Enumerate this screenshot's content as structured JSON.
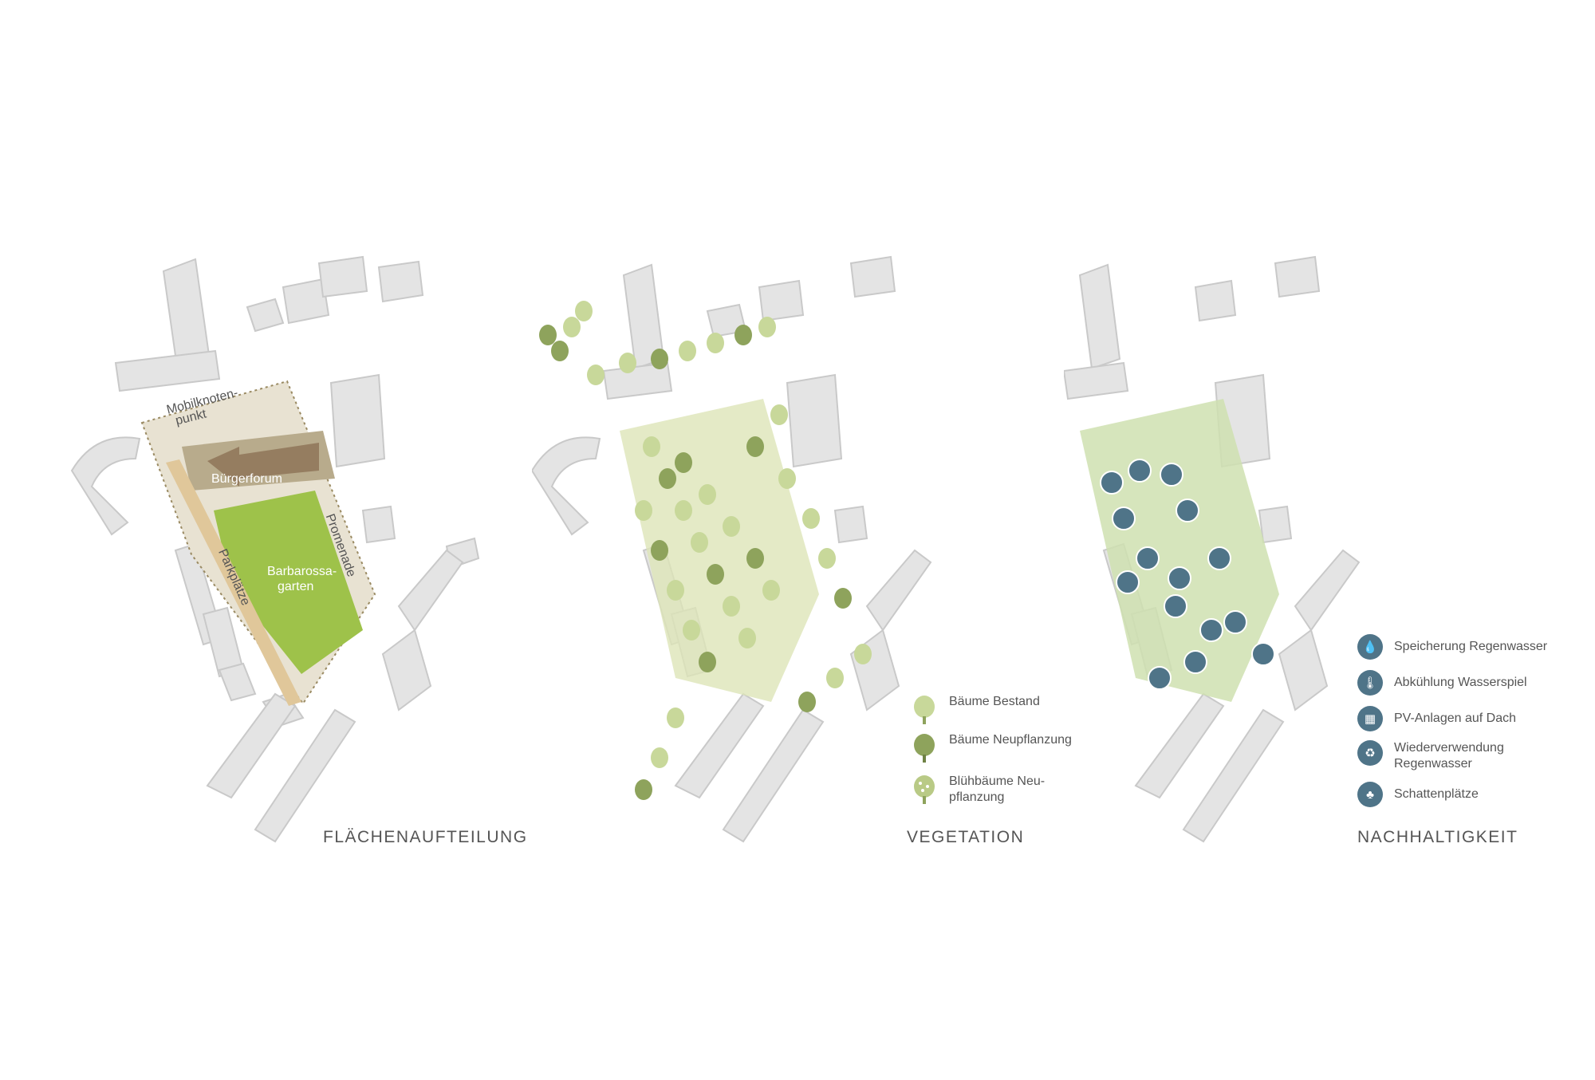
{
  "panels": [
    {
      "caption": "FLÄCHENAUFTEILUNG",
      "labels": {
        "mobility": "Mobilknoten-",
        "mobility2": "punkt",
        "forum": "Bürgerforum",
        "promenade": "Promenade",
        "garden": "Barbarossa-",
        "garden2": "garten",
        "parking": "Parkplätze"
      }
    },
    {
      "caption": "VEGETATION",
      "legend": [
        {
          "label": "Bäume Bestand",
          "icon": "tree-existing-icon",
          "color": "#c8d89a"
        },
        {
          "label": "Bäume Neupflanzung",
          "icon": "tree-new-icon",
          "color": "#8ea35c"
        },
        {
          "label": "Blühbäume Neu-",
          "label2": "pflanzung",
          "icon": "flowering-tree-icon",
          "color": "#b9ca86"
        }
      ]
    },
    {
      "caption": "NACHHALTIGKEIT",
      "legend": [
        {
          "label": "Speicherung Regenwasser",
          "icon": "water-drop-icon",
          "glyph": "💧"
        },
        {
          "label": "Abkühlung Wasserspiel",
          "icon": "thermometer-icon",
          "glyph": "🌡"
        },
        {
          "label": "PV-Anlagen auf Dach",
          "icon": "solar-panel-icon",
          "glyph": "▦"
        },
        {
          "label": "Wiederverwendung",
          "label2": "Regenwasser",
          "icon": "recycle-water-icon",
          "glyph": "♻"
        },
        {
          "label": "Schattenplätze",
          "icon": "shade-tree-icon",
          "glyph": "♣"
        }
      ]
    }
  ],
  "colors": {
    "building": "#e4e4e4",
    "building_shadow": "#c9c9c9",
    "plaza": "#d9d1bd",
    "forum": "#b8ab8c",
    "garden": "#9ec24a",
    "promenade": "#e8e2d2",
    "tree_light": "#c8d89a",
    "tree_dark": "#8ea35c",
    "accent_blue": "#4f7488",
    "animal": "#2e6a2e"
  }
}
